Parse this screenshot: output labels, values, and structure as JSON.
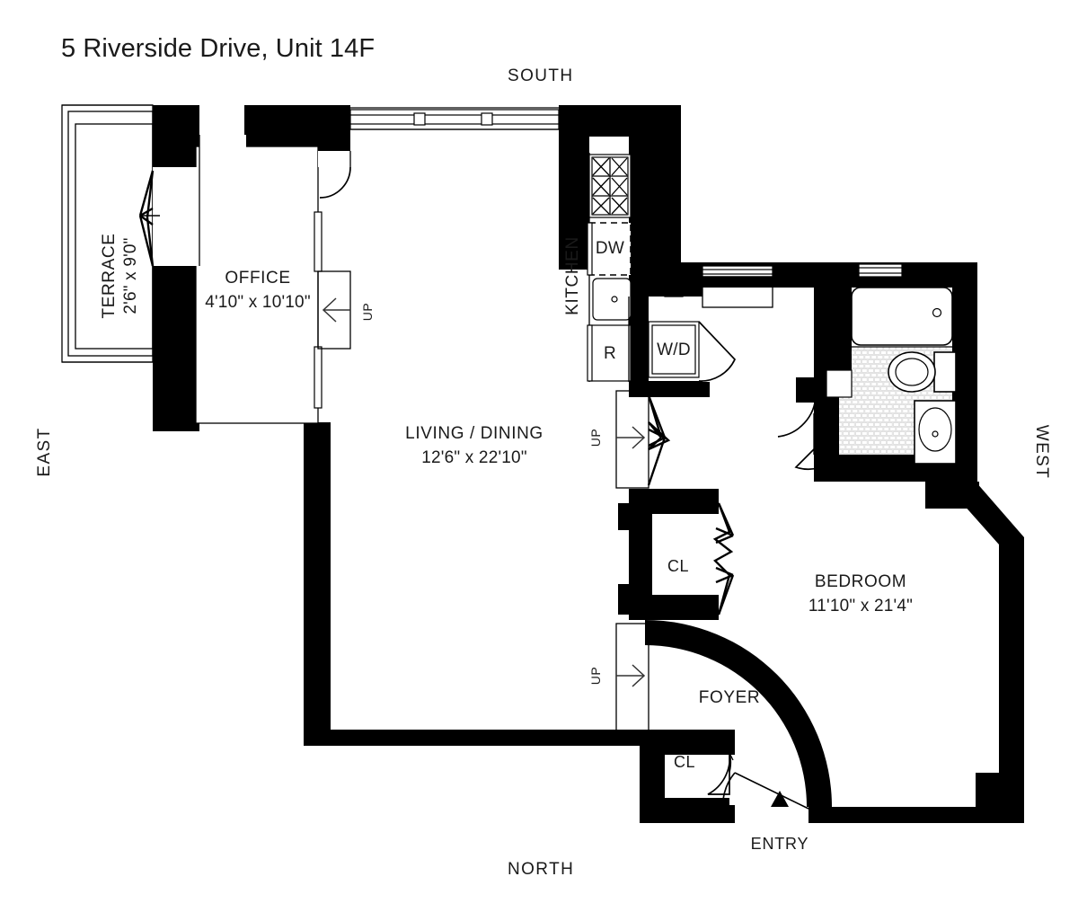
{
  "title": "5 Riverside Drive, Unit 14F",
  "compass": {
    "south": "SOUTH",
    "north": "NORTH",
    "east": "EAST",
    "west": "WEST"
  },
  "rooms": [
    {
      "key": "terrace",
      "name": "TERRACE",
      "dimensions": "2'6\" x 9'0\""
    },
    {
      "key": "office",
      "name": "OFFICE",
      "dimensions": "4'10\" x 10'10\""
    },
    {
      "key": "kitchen",
      "name": "KITCHEN",
      "dimensions": ""
    },
    {
      "key": "living",
      "name": "LIVING / DINING",
      "dimensions": "12'6\" x 22'10\""
    },
    {
      "key": "bedroom",
      "name": "BEDROOM",
      "dimensions": "11'10\" x 21'4\""
    },
    {
      "key": "foyer",
      "name": "FOYER",
      "dimensions": ""
    }
  ],
  "closets": [
    {
      "key": "closet-bedroom",
      "label": "CL"
    },
    {
      "key": "closet-foyer",
      "label": "CL"
    }
  ],
  "appliances": [
    {
      "key": "dishwasher",
      "label": "DW"
    },
    {
      "key": "refrigerator",
      "label": "R"
    },
    {
      "key": "washer-dryer",
      "label": "W/D"
    }
  ],
  "markers": {
    "entry": "ENTRY",
    "up_1": "UP",
    "up_2": "UP",
    "up_3": "UP"
  },
  "colors": {
    "wall": "#000000",
    "background": "#ffffff",
    "text": "#1a1a1a",
    "tile": "#f2f2f2"
  }
}
